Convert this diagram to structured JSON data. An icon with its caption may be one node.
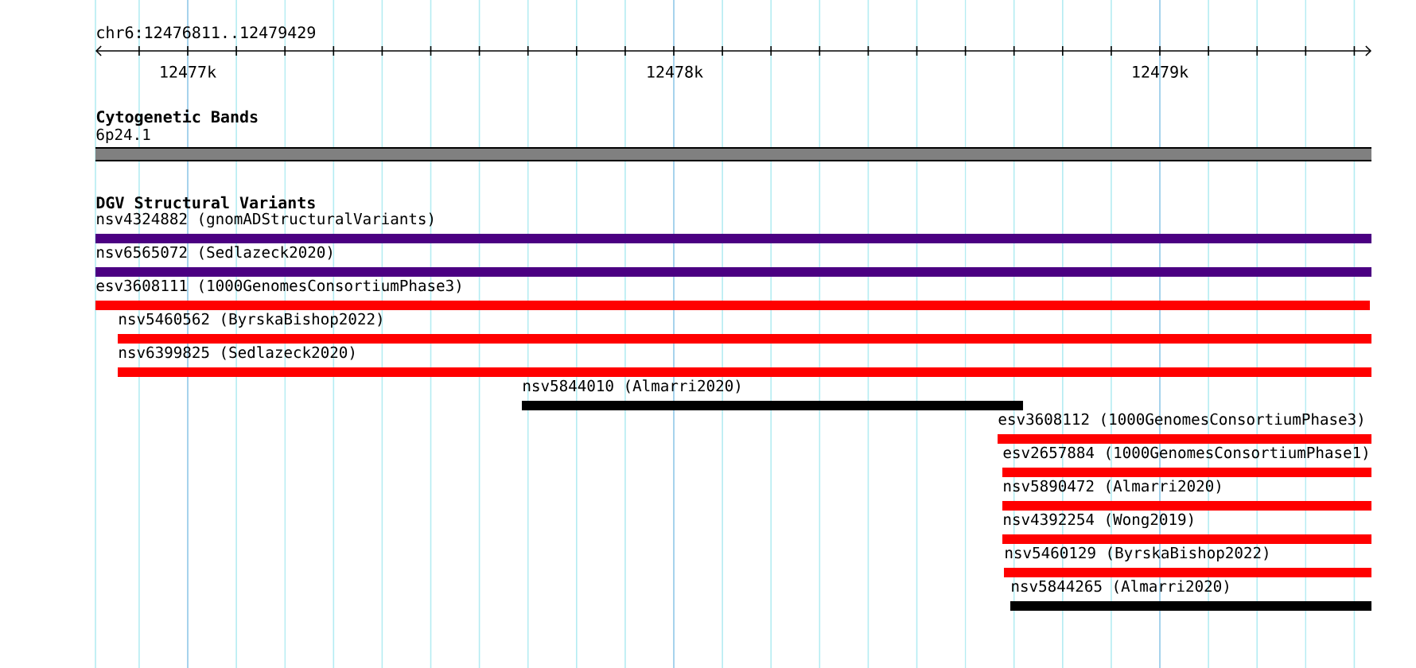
{
  "diagram": {
    "nodes": [
      {
        "text": [
          "6p24.1"
        ]
      },
      {
        "text": [
          "nsv4324882 (gnomADStructuralVariants)"
        ]
      },
      {
        "text": [
          "nsv6565072 (Sedlazeck2020)"
        ]
      },
      {
        "text": [
          "esv3608111 (1000GenomesConsortiumPhase3)"
        ]
      },
      {
        "text": [
          "nsv5460562 (ByrskaBishop2022)"
        ]
      },
      {
        "text": [
          "nsv6399825 (Sedlazeck2020)"
        ]
      },
      {
        "text": [
          "nsv5844010 (Almarri2020)"
        ]
      },
      {
        "text": [
          "esv3608112 (1000GenomesConsortiumPhase3)"
        ]
      },
      {
        "text": [
          "esv2657884 (1000GenomesConsortiumPhase1)"
        ]
      },
      {
        "text": [
          "nsv5890472 (Almarri2020)"
        ]
      },
      {
        "text": [
          "nsv4392254 (Wong2019)"
        ]
      },
      {
        "text": [
          "nsv5460129 (ByrskaBishop2022)"
        ]
      },
      {
        "text": [
          "nsv5844265 (Almarri2020)"
        ]
      }
    ],
    "labels": [
      "chr6:12476811..12479429",
      "12477k",
      "12478k",
      "12479k",
      "Cytogenetic Bands",
      "DGV Structural Variants"
    ]
  }
}
